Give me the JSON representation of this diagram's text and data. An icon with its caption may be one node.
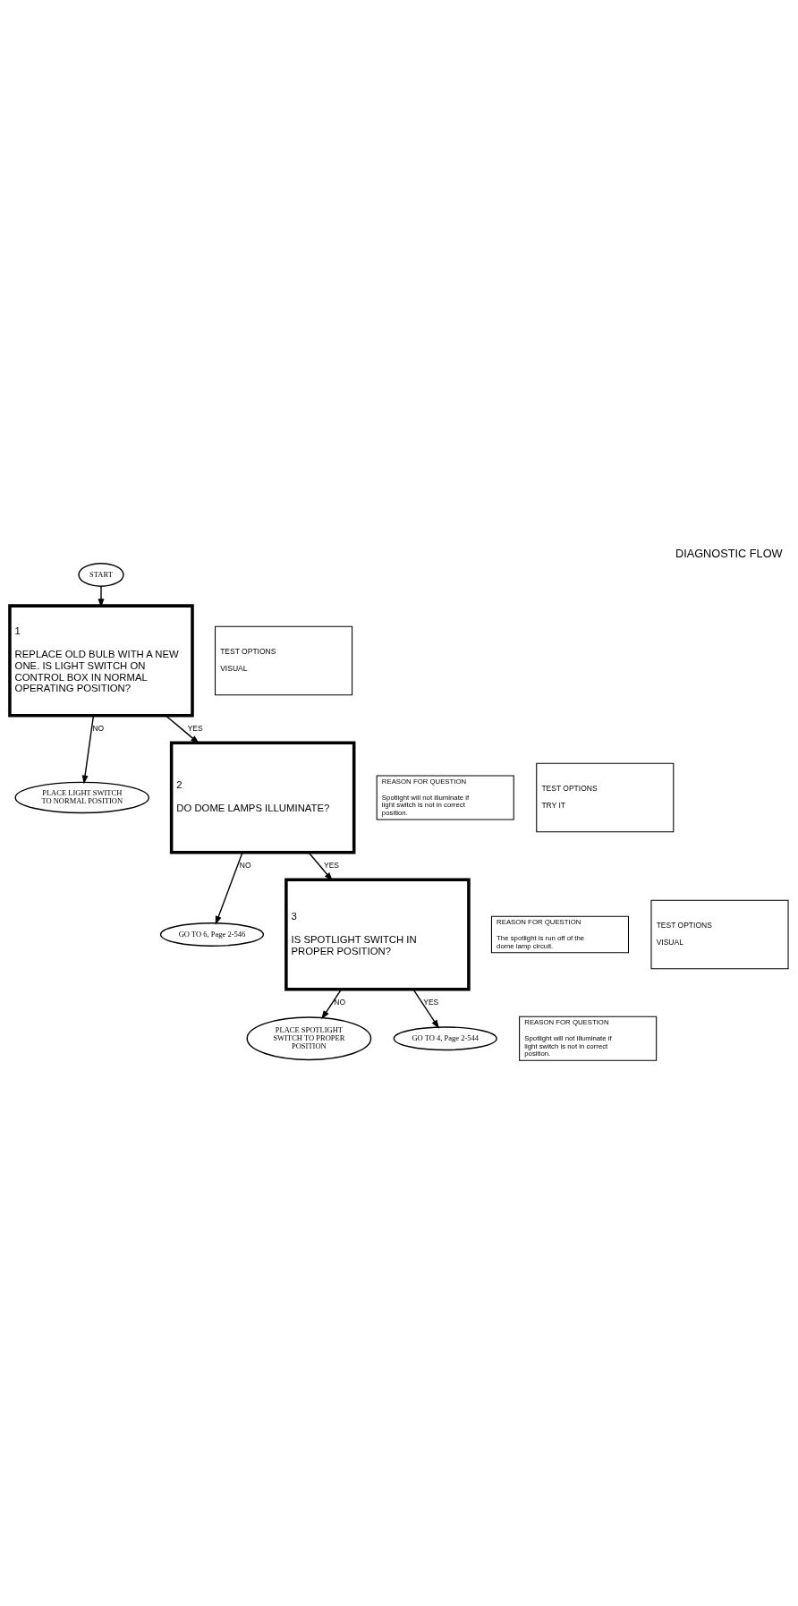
{
  "diagram": {
    "title": "DIAGNOSTIC FLOW",
    "nodes": [
      {
        "text": [
          "START"
        ]
      },
      {
        "text": [
          "1",
          "REPLACE OLD BULB WITH A NEW ONE. IS LIGHT SWITCH ON CONTROL BOX IN NORMAL OPERATING POSITION?"
        ]
      },
      {
        "text": [
          "TEST OPTIONS",
          "VISUAL"
        ]
      },
      {
        "text": [
          "REASON FOR QUESTION",
          "Spotlight will not illuminate if light switch is not in correct position."
        ]
      },
      {
        "text": [
          "PLACE LIGHT SWITCH TO NORMAL POSITION"
        ]
      },
      {
        "text": [
          "2",
          "DO DOME LAMPS ILLUMINATE?"
        ]
      },
      {
        "text": [
          "TEST OPTIONS",
          "TRY IT"
        ]
      },
      {
        "text": [
          "REASON FOR QUESTION",
          "The spotlight is run off of the dome lamp circuit."
        ]
      },
      {
        "text": [
          "GO TO 6, Page 2-546"
        ]
      },
      {
        "text": [
          "3",
          "IS SPOTLIGHT SWITCH IN PROPER POSITION?"
        ]
      },
      {
        "text": [
          "TEST OPTIONS",
          "VISUAL"
        ]
      },
      {
        "text": [
          "REASON FOR QUESTION",
          "Spotlight will not illuminate if light switch is not in correct position."
        ]
      },
      {
        "text": [
          "PLACE SPOTLIGHT SWITCH TO PROPER POSITION"
        ]
      },
      {
        "text": [
          "GO TO 4, Page 2-544"
        ]
      }
    ],
    "edges": [
      {
        "from": 0,
        "to": 1,
        "arrow": "to"
      },
      {
        "from": 1,
        "to": 4,
        "arrow": "to",
        "label": "NO"
      },
      {
        "from": 1,
        "to": 5,
        "arrow": "to",
        "label": "YES"
      },
      {
        "from": 5,
        "to": 8,
        "arrow": "to",
        "label": "NO"
      },
      {
        "from": 5,
        "to": 9,
        "arrow": "to",
        "label": "YES"
      },
      {
        "from": 9,
        "to": 12,
        "arrow": "to",
        "label": "NO"
      },
      {
        "from": 9,
        "to": 13,
        "arrow": "to",
        "label": "YES"
      }
    ]
  }
}
